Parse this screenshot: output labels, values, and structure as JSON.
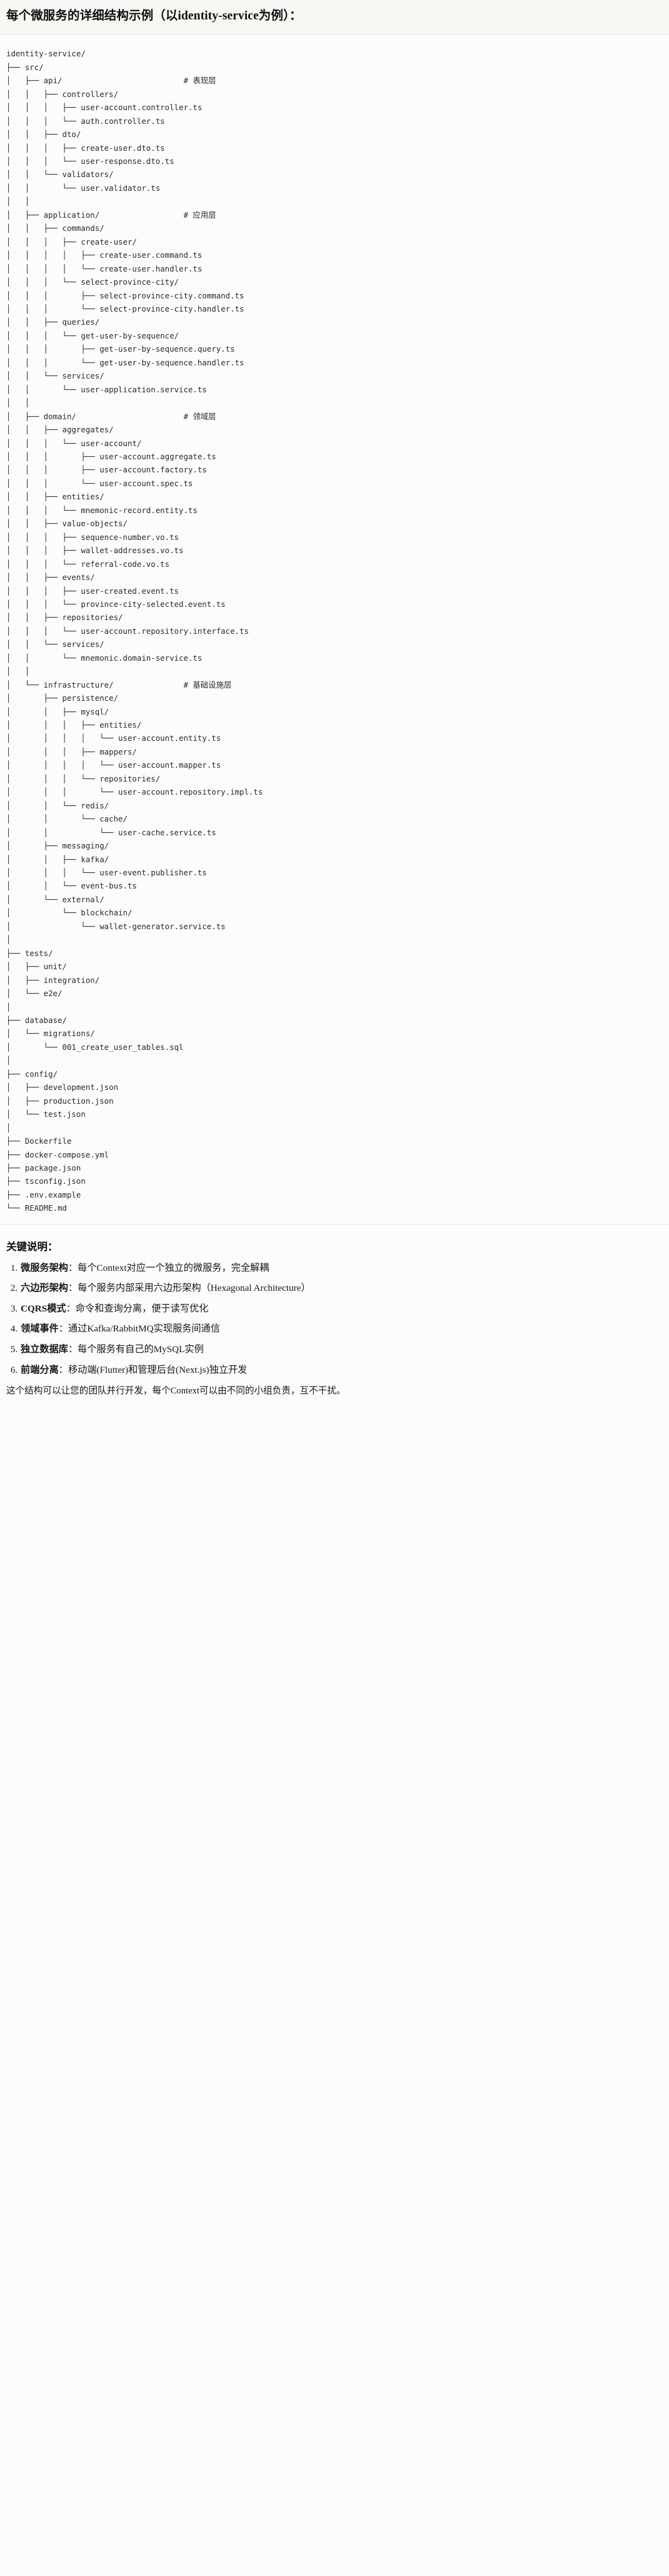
{
  "heading": {
    "title": "每个微服务的详细结构示例（以identity-service为例）："
  },
  "tree": {
    "root": "identity-service/",
    "text": "identity-service/\n├── src/\n│   ├── api/                          # 表现层\n│   │   ├── controllers/\n│   │   │   ├── user-account.controller.ts\n│   │   │   └── auth.controller.ts\n│   │   ├── dto/\n│   │   │   ├── create-user.dto.ts\n│   │   │   └── user-response.dto.ts\n│   │   └── validators/\n│   │       └── user.validator.ts\n│   │\n│   ├── application/                  # 应用层\n│   │   ├── commands/\n│   │   │   ├── create-user/\n│   │   │   │   ├── create-user.command.ts\n│   │   │   │   └── create-user.handler.ts\n│   │   │   └── select-province-city/\n│   │   │       ├── select-province-city.command.ts\n│   │   │       └── select-province-city.handler.ts\n│   │   ├── queries/\n│   │   │   └── get-user-by-sequence/\n│   │   │       ├── get-user-by-sequence.query.ts\n│   │   │       └── get-user-by-sequence.handler.ts\n│   │   └── services/\n│   │       └── user-application.service.ts\n│   │\n│   ├── domain/                       # 领域层\n│   │   ├── aggregates/\n│   │   │   └── user-account/\n│   │   │       ├── user-account.aggregate.ts\n│   │   │       ├── user-account.factory.ts\n│   │   │       └── user-account.spec.ts\n│   │   ├── entities/\n│   │   │   └── mnemonic-record.entity.ts\n│   │   ├── value-objects/\n│   │   │   ├── sequence-number.vo.ts\n│   │   │   ├── wallet-addresses.vo.ts\n│   │   │   └── referral-code.vo.ts\n│   │   ├── events/\n│   │   │   ├── user-created.event.ts\n│   │   │   └── province-city-selected.event.ts\n│   │   ├── repositories/\n│   │   │   └── user-account.repository.interface.ts\n│   │   └── services/\n│   │       └── mnemonic.domain-service.ts\n│   │\n│   └── infrastructure/               # 基础设施层\n│       ├── persistence/\n│       │   ├── mysql/\n│       │   │   ├── entities/\n│       │   │   │   └── user-account.entity.ts\n│       │   │   ├── mappers/\n│       │   │   │   └── user-account.mapper.ts\n│       │   │   └── repositories/\n│       │   │       └── user-account.repository.impl.ts\n│       │   └── redis/\n│       │       └── cache/\n│       │           └── user-cache.service.ts\n│       ├── messaging/\n│       │   ├── kafka/\n│       │   │   └── user-event.publisher.ts\n│       │   └── event-bus.ts\n│       └── external/\n│           └── blockchain/\n│               └── wallet-generator.service.ts\n│\n├── tests/\n│   ├── unit/\n│   ├── integration/\n│   └── e2e/\n│\n├── database/\n│   └── migrations/\n│       └── 001_create_user_tables.sql\n│\n├── config/\n│   ├── development.json\n│   ├── production.json\n│   └── test.json\n│\n├── Dockerfile\n├── docker-compose.yml\n├── package.json\n├── tsconfig.json\n├── .env.example\n└── README.md",
    "layer_comments": [
      "# 表现层",
      "# 应用层",
      "# 领域层",
      "# 基础设施层"
    ]
  },
  "notes": {
    "title": "关键说明：",
    "items": [
      {
        "term": "微服务架构",
        "body": "：每个Context对应一个独立的微服务，完全解耦"
      },
      {
        "term": "六边形架构",
        "body": "：每个服务内部采用六边形架构（Hexagonal Architecture）"
      },
      {
        "term": "CQRS模式",
        "body": "：命令和查询分离，便于读写优化"
      },
      {
        "term": "领域事件",
        "body": "：通过Kafka/RabbitMQ实现服务间通信"
      },
      {
        "term": "独立数据库",
        "body": "：每个服务有自己的MySQL实例"
      },
      {
        "term": "前端分离",
        "body": "：移动端(Flutter)和管理后台(Next.js)独立开发"
      }
    ],
    "closing": "这个结构可以让您的团队并行开发，每个Context可以由不同的小组负责，互不干扰。"
  },
  "colors": {
    "page_bg": "#fcfcfb",
    "heading_bg": "#f7f7f4",
    "rule": "#e6e6e2",
    "text": "#15171a",
    "code_text": "#24292f"
  }
}
